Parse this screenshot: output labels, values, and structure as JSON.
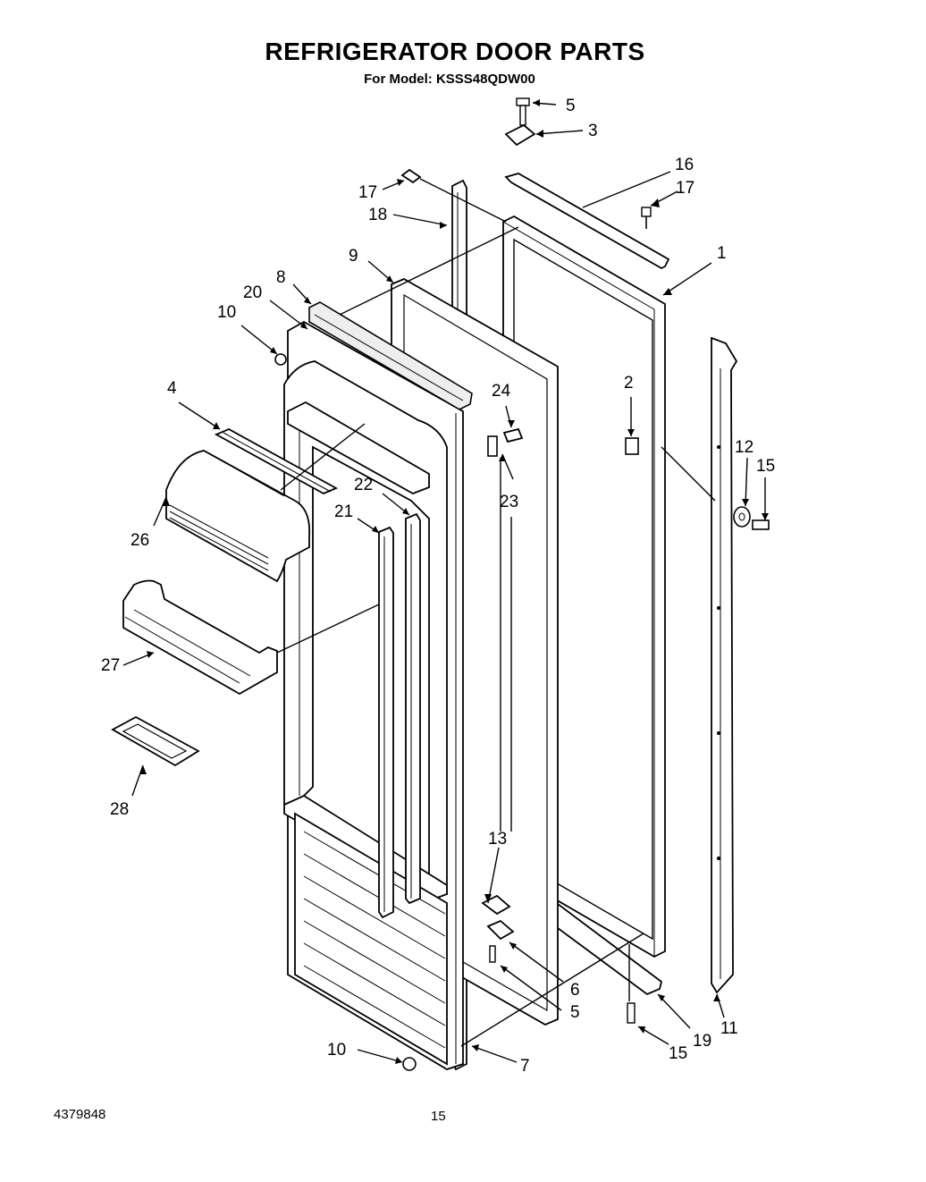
{
  "header": {
    "title": "REFRIGERATOR DOOR PARTS",
    "subtitle": "For Model: KSSS48QDW00"
  },
  "footer": {
    "document_code": "4379848",
    "page_number": "15"
  },
  "callouts": [
    "5",
    "3",
    "16",
    "17",
    "17",
    "18",
    "1",
    "9",
    "8",
    "20",
    "10",
    "4",
    "24",
    "2",
    "12",
    "15",
    "23",
    "22",
    "21",
    "26",
    "27",
    "28",
    "13",
    "6",
    "5",
    "7",
    "10",
    "15",
    "19",
    "11"
  ]
}
